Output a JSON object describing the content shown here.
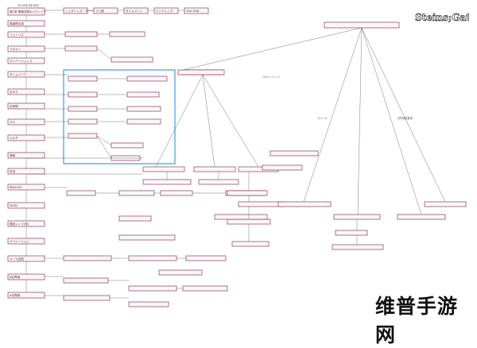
{
  "title": "Steins;Gate",
  "watermark": "维普手游网",
  "top_note": "2010年7月28日",
  "notes": [
    {
      "id": "n1",
      "text": "ラボメンバッジ"
    },
    {
      "id": "n2",
      "text": "Dメール"
    },
    {
      "id": "n3",
      "text": "世界線変動率"
    }
  ],
  "nodes": [
    {
      "id": "a1",
      "label": "第1章 閉鎖空間のパラノイア"
    },
    {
      "id": "a2",
      "label": "鳳凰院凶真"
    },
    {
      "id": "a3",
      "label": "フェイリス"
    },
    {
      "id": "a4",
      "label": "ラボメン"
    },
    {
      "id": "a5",
      "label": "ダイバージェンス"
    },
    {
      "id": "a6",
      "label": "タイムリープ"
    },
    {
      "id": "a7",
      "label": "まゆり"
    },
    {
      "id": "a8",
      "label": "紅莉栖"
    },
    {
      "id": "a9",
      "label": "ダル"
    },
    {
      "id": "a10",
      "label": "ルカ子"
    },
    {
      "id": "a11",
      "label": "萌郁"
    },
    {
      "id": "a12",
      "label": "鈴羽"
    },
    {
      "id": "a13",
      "label": "IBN5100"
    },
    {
      "id": "a14",
      "label": "SERN"
    },
    {
      "id": "a15",
      "label": "電話レンジ(仮)"
    },
    {
      "id": "a16",
      "label": "オペレーション"
    },
    {
      "id": "a17",
      "label": "メール送信"
    },
    {
      "id": "a18",
      "label": "β世界線"
    },
    {
      "id": "a19",
      "label": "α世界線"
    },
    {
      "id": "a20",
      "label": "シュタインズ・ゲート"
    },
    {
      "id": "a21",
      "label": "ラジ館"
    },
    {
      "id": "a22",
      "label": "タイムマシン"
    },
    {
      "id": "a23",
      "label": "エンディング"
    },
    {
      "id": "a24",
      "label": "True END"
    }
  ]
}
